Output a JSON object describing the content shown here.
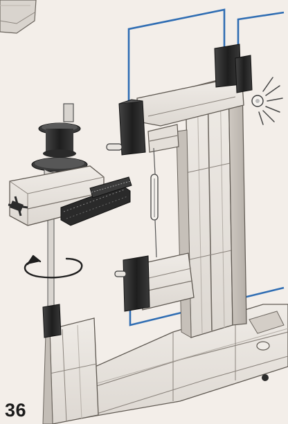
{
  "page": {
    "page_number": "36"
  },
  "colors": {
    "paper": "#f3eee9",
    "brick_light": "#e6e2dd",
    "brick_face": "#d7d2cc",
    "brick_shadow": "#a9a39c",
    "dark_part": "#2b2b2b",
    "wire": "#2f6db3",
    "lamp_rays": "#444444"
  },
  "illustration": {
    "parts": [
      "building-block-frame",
      "reed-switch",
      "two-buttons",
      "rotating-shaft-with-spool",
      "gear-rack",
      "lamp",
      "blue-wires",
      "rotation-arrow-icon",
      "lamp-rays-icon"
    ]
  }
}
